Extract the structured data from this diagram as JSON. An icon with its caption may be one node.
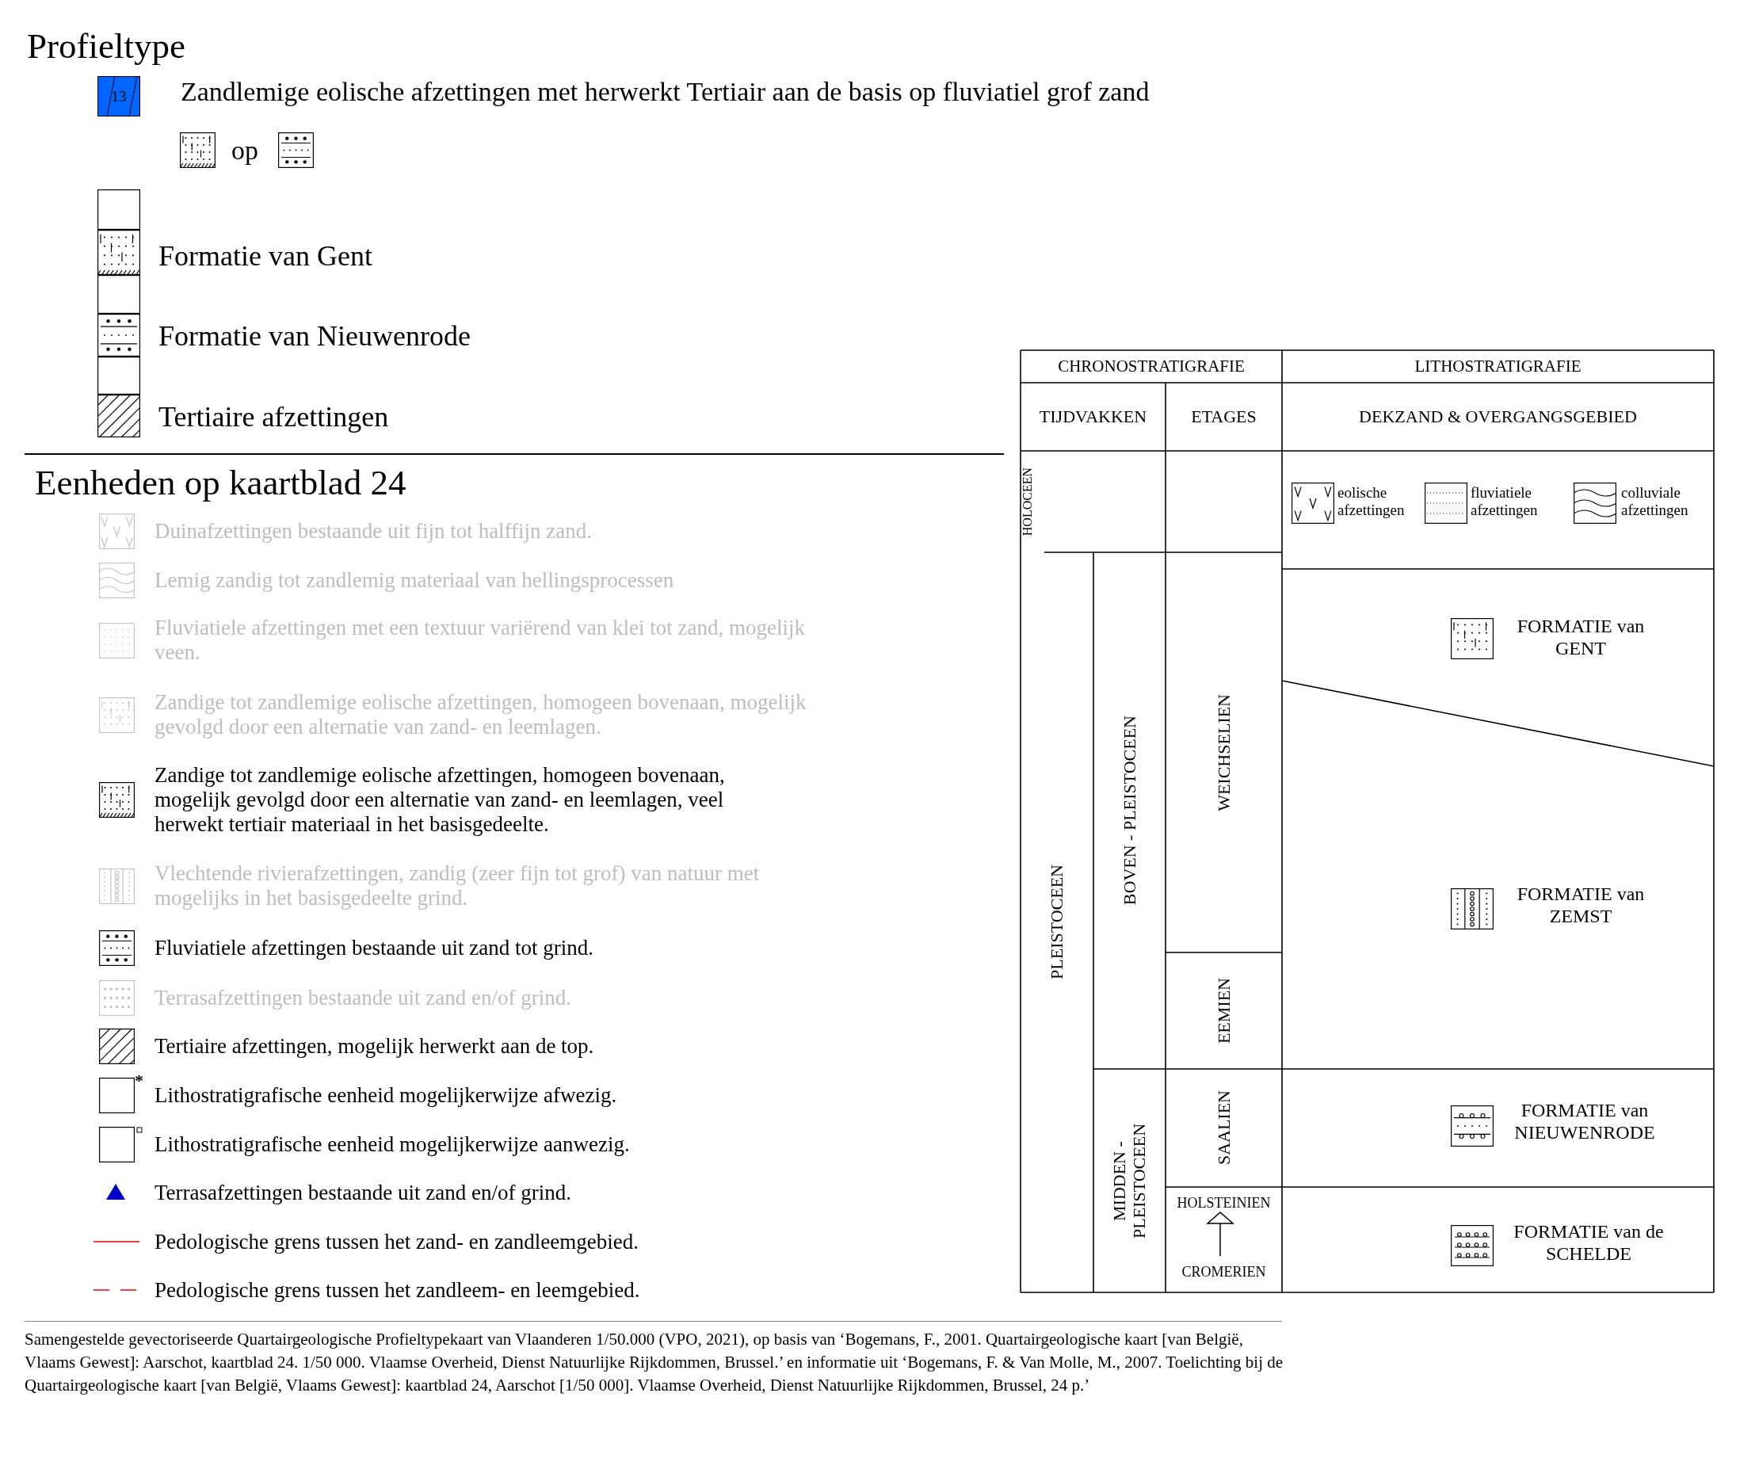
{
  "diagram": {
    "title": "Profieltype",
    "caption": "Samengestelde gevectoriseerde Quartairgeologische Profieltypekaart van Vlaanderen 1/50.000 (VPO, 2021), op basis van ‘Bogemans, F., 2001. Quartairgeologische kaart [van België, Vlaams Gewest]: Aarschot, kaartblad 24. 1/50 000. Vlaamse Overheid, Dienst Natuurlijke Rijkdommen, Brussel.’ en informatie uit ‘Bogemans, F. & Van Molle, M., 2007. Toelichting bij de Quartairgeologische kaart [van België, Vlaams Gewest]: kaartblad 24, Aarschot [1/50 000]. Vlaamse Overheid, Dienst Natuurlijke Rijkdommen, Brussel, 24 p.’",
    "labels": [
      "13",
      "Zandlemige eolische afzettingen met herwerkt Tertiair aan de basis op fluviatiel grof zand",
      "op",
      "Formatie van Gent",
      "Formatie van Nieuwenrode",
      "Tertiaire afzettingen",
      "Eenheden op kaartblad 24",
      "*",
      "CHRONOSTRATIGRAFIE",
      "LITHOSTRATIGRAFIE",
      "TIJDVAKKEN",
      "ETAGES",
      "DEKZAND & OVERGANGSGEBIED",
      "HOLOCEEN",
      "eolische afzettingen",
      "fluviatiele afzettingen",
      "colluviale afzettingen",
      "FORMATIE van GENT",
      "WEICHSELIEN",
      "PLEISTOCEEN",
      "BOVEN - PLEISTOCEEN",
      "FORMATIE van ZEMST",
      "EEMIEN",
      "SAALIEN",
      "MIDDEN - PLEISTOCEEN",
      "FORMATIE van NIEUWENRODE",
      "HOLSTEINIEN",
      "CROMERIEN",
      "FORMATIE van de SCHELDE"
    ],
    "legend": [
      {
        "text": "Duinafzettingen bestaande uit fijn tot halffijn zand."
      },
      {
        "text": "Lemig zandig tot zandlemig materiaal van hellingsprocessen"
      },
      {
        "text": "Fluviatiele afzettingen met een textuur variërend van klei tot zand, mogelijk veen."
      },
      {
        "text": "Zandige tot zandlemige eolische afzettingen, homogeen bovenaan, mogelijk gevolgd door een alternatie van zand- en leemlagen."
      },
      {
        "text": "Zandige tot zandlemige eolische afzettingen, homogeen bovenaan, mogelijk gevolgd door een alternatie van zand- en leemlagen, veel herwekt tertiair materiaal in het basisgedeelte."
      },
      {
        "text": "Vlechtende rivierafzettingen, zandig (zeer fijn tot grof) van natuur met mogelijks in het basisgedeelte grind."
      },
      {
        "text": "Fluviatiele afzettingen bestaande uit zand tot grind."
      },
      {
        "text": "Terrasafzettingen bestaande uit zand en/of grind."
      },
      {
        "text": "Tertiaire afzettingen, mogelijk herwerkt aan de top."
      },
      {
        "text": "Lithostratigrafische eenheid mogelijkerwijze afwezig."
      },
      {
        "text": "Lithostratigrafische eenheid mogelijkerwijze aanwezig."
      },
      {
        "text": "Terrasafzettingen bestaande uit zand en/of grind."
      },
      {
        "text": "Pedologische grens tussen het zand- en zandleemgebied."
      },
      {
        "text": "Pedologische grens tussen het zandleem- en leemgebied."
      }
    ]
  }
}
